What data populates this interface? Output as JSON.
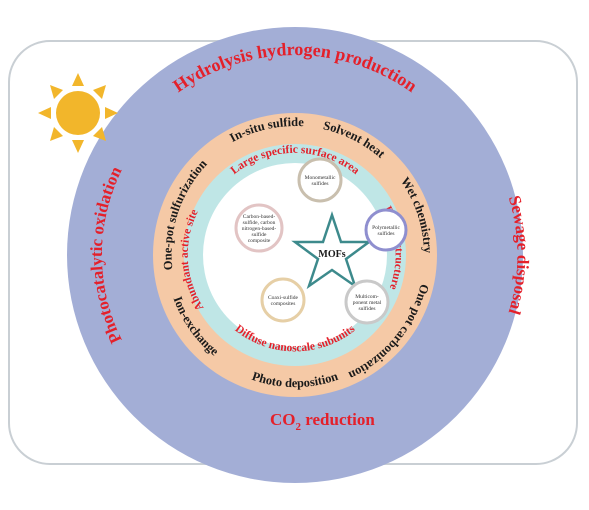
{
  "center": {
    "label": "MOFs"
  },
  "outer_ring": {
    "top": "Hydrolysis hydrogen production",
    "right": "Sewage disposal",
    "bottom_main": "CO",
    "bottom_sub": "2",
    "bottom_rest": " reduction",
    "left": "Photocatalytic oxidation"
  },
  "middle_ring": {
    "top_center": "In-situ sulfide",
    "top_right": "Solvent heat",
    "right_top": "Wet chemistry",
    "right_bottom": "One pot carbonization",
    "bottom": "Photo deposition",
    "left_bottom": "Ion-exchange",
    "left_top": "One-pot sulfurization"
  },
  "inner_ring": {
    "top": "Large specific surface area",
    "right": "Porous structure",
    "bottom": "Diffuse nanoscale subunits",
    "left": "Abundant active site"
  },
  "satellites": [
    {
      "label_lines": [
        "Monometallic",
        "sulfides"
      ]
    },
    {
      "label_lines": [
        "Polymetallic",
        "sulfides"
      ]
    },
    {
      "label_lines": [
        "Multicom-",
        "ponent metal",
        "sulfides"
      ]
    },
    {
      "label_lines": [
        "Coaxi-sulfide",
        "composites"
      ]
    },
    {
      "label_lines": [
        "Carbon-based-",
        "sulfide, carbon",
        "nitrogen-based-",
        "sulfide",
        "composite"
      ]
    }
  ],
  "colors": {
    "outer_ring": "#a3aed6",
    "middle_ring": "#f5c9a6",
    "inner_ring": "#bfe6e6",
    "core": "#ffffff",
    "accent_red": "#e4202a",
    "sun": "#f2b62b",
    "star_stroke": "#3d8a8c"
  },
  "icons": {
    "sun": "sun-icon",
    "star": "star-icon"
  }
}
